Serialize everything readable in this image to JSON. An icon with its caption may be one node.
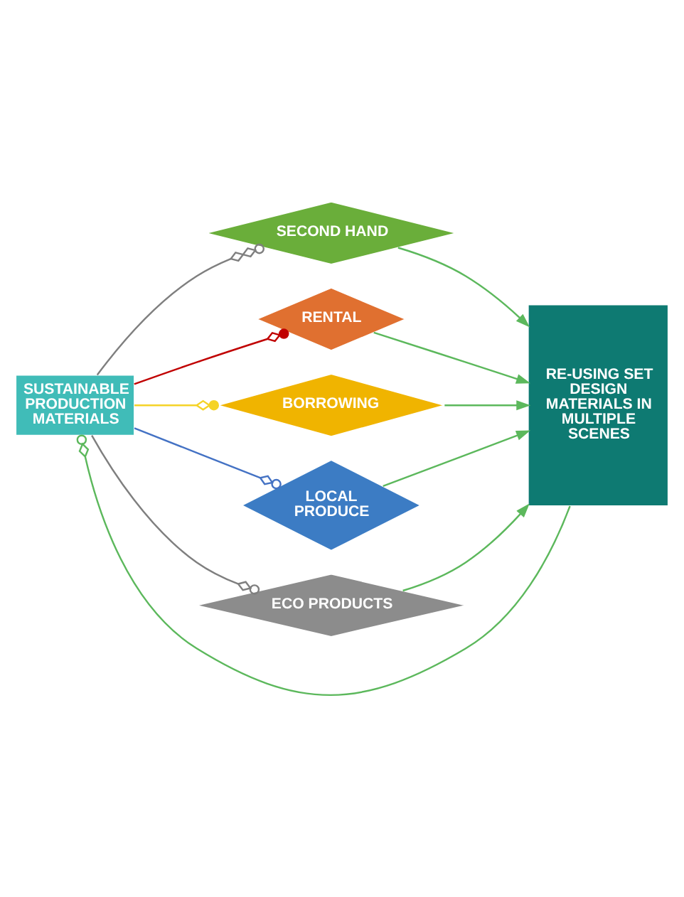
{
  "diagram": {
    "nodes": [
      {
        "text": [
          "SUSTAINABLE PRODUCTION MATERIALS"
        ]
      },
      {
        "text": [
          "RE-USING SET DESIGN MATERIALS IN MULTIPLE SCENES"
        ]
      },
      {
        "text": [
          "SECOND HAND"
        ]
      },
      {
        "text": [
          "RENTAL"
        ]
      },
      {
        "text": [
          "BORROWING"
        ]
      },
      {
        "text": [
          "LOCAL PRODUCE"
        ]
      },
      {
        "text": [
          "ECO PRODUCTS"
        ]
      }
    ],
    "edges": [
      {
        "from": 1,
        "to": 0,
        "arrow": "other"
      },
      {
        "from": 0,
        "to": 2,
        "arrow": "other",
        "color": "#7f7f7f"
      },
      {
        "from": 0,
        "to": 3,
        "arrow": "other",
        "color": "#c00000"
      },
      {
        "from": 0,
        "to": 4,
        "arrow": "other",
        "color": "#f5d327"
      },
      {
        "from": 0,
        "to": 5,
        "arrow": "other",
        "color": "#4472c4"
      },
      {
        "from": 0,
        "to": 6,
        "arrow": "other",
        "color": "#7f7f7f"
      },
      {
        "from": 2,
        "to": 1,
        "arrow": "to"
      },
      {
        "from": 3,
        "to": 1,
        "arrow": "to"
      },
      {
        "from": 4,
        "to": 1,
        "arrow": "to"
      },
      {
        "from": 5,
        "to": 1,
        "arrow": "to"
      },
      {
        "from": 6,
        "to": 1,
        "arrow": "to"
      }
    ]
  }
}
